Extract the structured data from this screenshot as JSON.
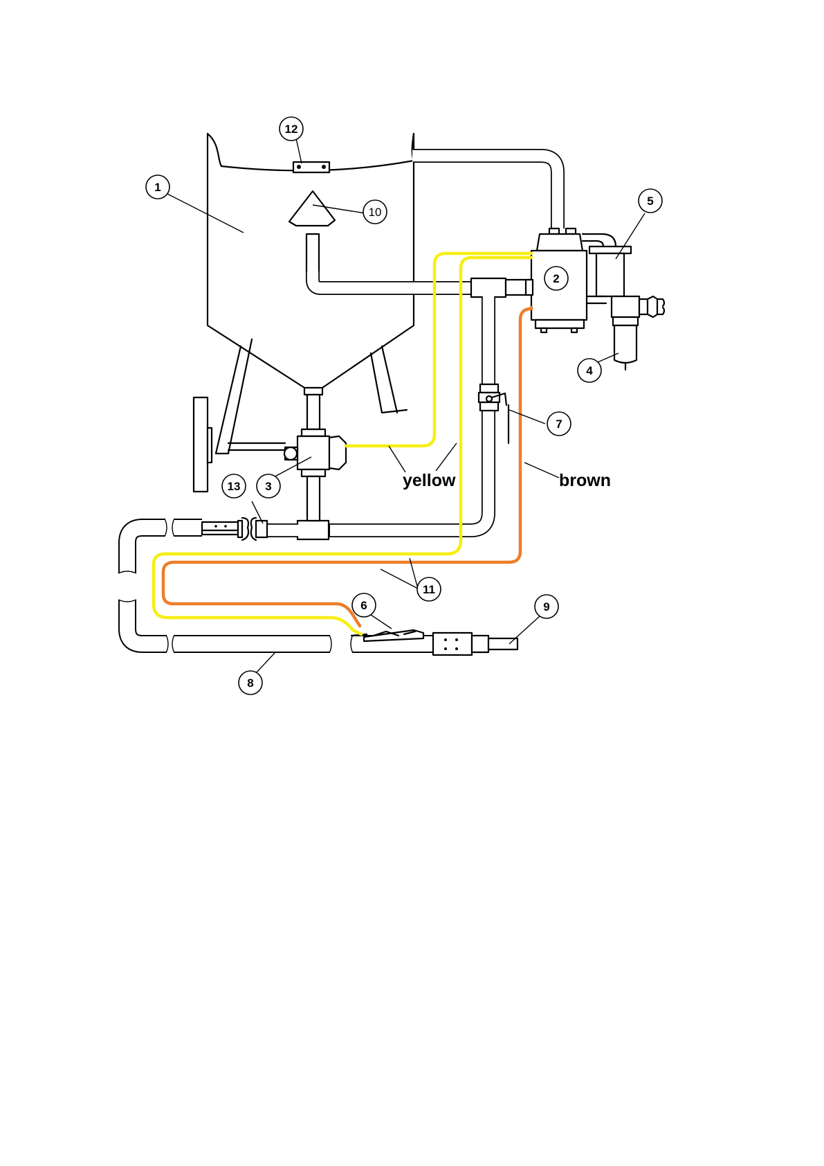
{
  "colors": {
    "yellow": "#f7ee14",
    "brown": "#ee7d2a",
    "line": "#000000",
    "background": "#ffffff"
  },
  "labels": {
    "yellow": "yellow",
    "brown": "brown"
  },
  "callouts": [
    {
      "id": "1",
      "text": "1"
    },
    {
      "id": "2",
      "text": "2"
    },
    {
      "id": "3",
      "text": "3"
    },
    {
      "id": "4",
      "text": "4"
    },
    {
      "id": "5",
      "text": "5"
    },
    {
      "id": "6",
      "text": "6"
    },
    {
      "id": "7",
      "text": "7"
    },
    {
      "id": "8",
      "text": "8"
    },
    {
      "id": "9",
      "text": "9"
    },
    {
      "id": "10",
      "text": "10"
    },
    {
      "id": "11",
      "text": "11"
    },
    {
      "id": "12",
      "text": "12"
    },
    {
      "id": "13",
      "text": "13"
    }
  ]
}
